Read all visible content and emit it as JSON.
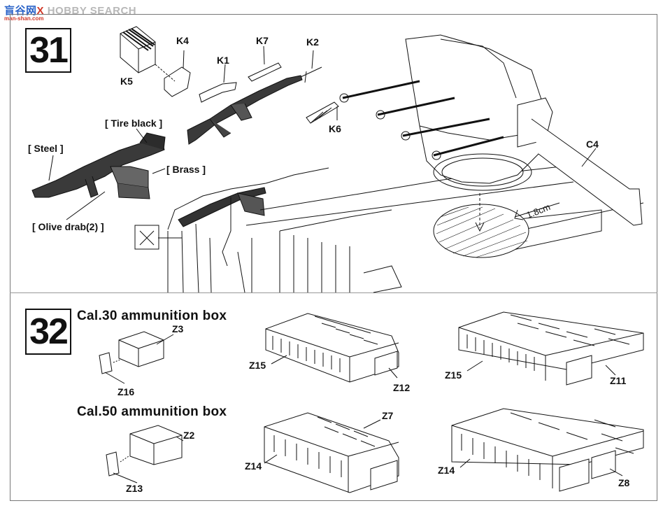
{
  "watermark": {
    "brand_cn": "盲谷网",
    "brand_x": "X",
    "brand_en": "HOBBY SEARCH",
    "url": "man-shan.com"
  },
  "step31": {
    "number": "31",
    "parts": {
      "k1": "K1",
      "k2": "K2",
      "k4": "K4",
      "k5": "K5",
      "k6": "K6",
      "k7": "K7",
      "c4": "C4"
    },
    "colors": {
      "tire_black": "[ Tire black ]",
      "steel": "[ Steel ]",
      "brass": "[ Brass ]",
      "olive_drab": "[ Olive drab(2) ]"
    },
    "measure": "1.8cm",
    "tool_icon": "cut-tool-icon"
  },
  "step32": {
    "number": "32",
    "cal30_title": "Cal.30 ammunition box",
    "cal50_title": "Cal.50 ammunition box",
    "parts": {
      "z3": "Z3",
      "z16": "Z16",
      "z15a": "Z15",
      "z12": "Z12",
      "z15b": "Z15",
      "z11": "Z11",
      "z2": "Z2",
      "z13": "Z13",
      "z7": "Z7",
      "z14a": "Z14",
      "z14b": "Z14",
      "z8": "Z8"
    }
  },
  "colors": {
    "ink": "#111111",
    "gun": "#3a3a3a",
    "frame": "#777777"
  }
}
